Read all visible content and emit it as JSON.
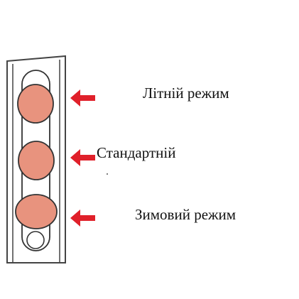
{
  "modes": {
    "summer": {
      "label": "Літній режим"
    },
    "standard": {
      "label": "Стандартній"
    },
    "winter": {
      "label": "Зимовий режим"
    }
  },
  "colors": {
    "roller_fill": "#E8937E",
    "roller_stroke": "#333333",
    "arrow": "#E0202A",
    "frame_stroke": "#444444"
  },
  "icons": {
    "arrow": "arrow-left-icon",
    "roller": "roller-circle-icon"
  }
}
